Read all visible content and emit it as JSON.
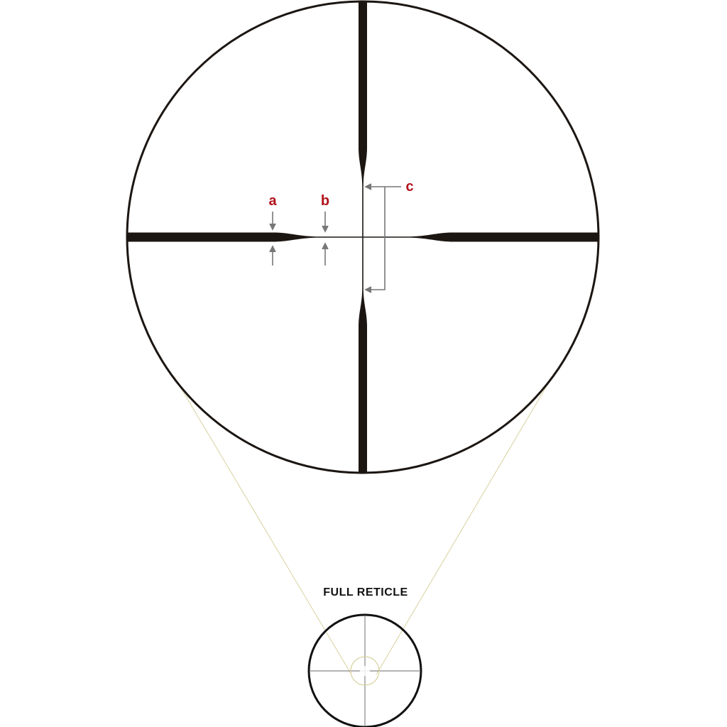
{
  "labels": {
    "a": "a",
    "b": "b",
    "c": "c"
  },
  "caption": "FULL RETICLE",
  "colors": {
    "reticle": "#1c1612",
    "callout_text": "#b0121b",
    "arrow": "#777777",
    "zoom_lines": "#d8d2a0",
    "thumbnail": "#111111",
    "thumbnail_crosshair": "#888888",
    "background": "#ffffff"
  },
  "icons": {
    "main": "reticle-duplex-icon",
    "thumbnail": "reticle-thumbnail-icon"
  }
}
